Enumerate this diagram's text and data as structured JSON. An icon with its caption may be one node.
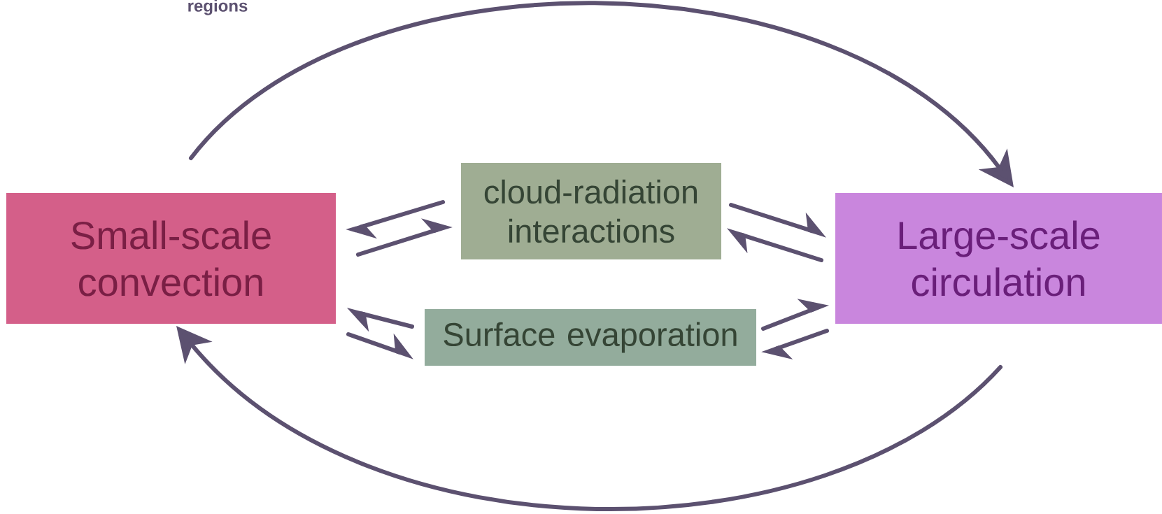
{
  "diagram": {
    "nodes": [
      {
        "text": [
          "Small-scale convection"
        ]
      },
      {
        "text": [
          "cloud-radiation interactions"
        ]
      },
      {
        "text": [
          "Surface evaporation"
        ]
      },
      {
        "text": [
          "Large-scale circulation"
        ]
      }
    ],
    "edges": [
      {
        "from": 1,
        "to": 0,
        "arrow": "to"
      },
      {
        "from": 0,
        "to": 1,
        "arrow": "to"
      },
      {
        "from": 1,
        "to": 3,
        "arrow": "to"
      },
      {
        "from": 3,
        "to": 1,
        "arrow": "to"
      },
      {
        "from": 2,
        "to": 0,
        "arrow": "to"
      },
      {
        "from": 0,
        "to": 2,
        "arrow": "to"
      },
      {
        "from": 2,
        "to": 3,
        "arrow": "to"
      },
      {
        "from": 3,
        "to": 2,
        "arrow": "to"
      },
      {
        "from": 0,
        "to": 3,
        "arrow": "to"
      },
      {
        "from": 3,
        "to": 0,
        "arrow": "to"
      }
    ],
    "labels": [
      "regions"
    ]
  }
}
